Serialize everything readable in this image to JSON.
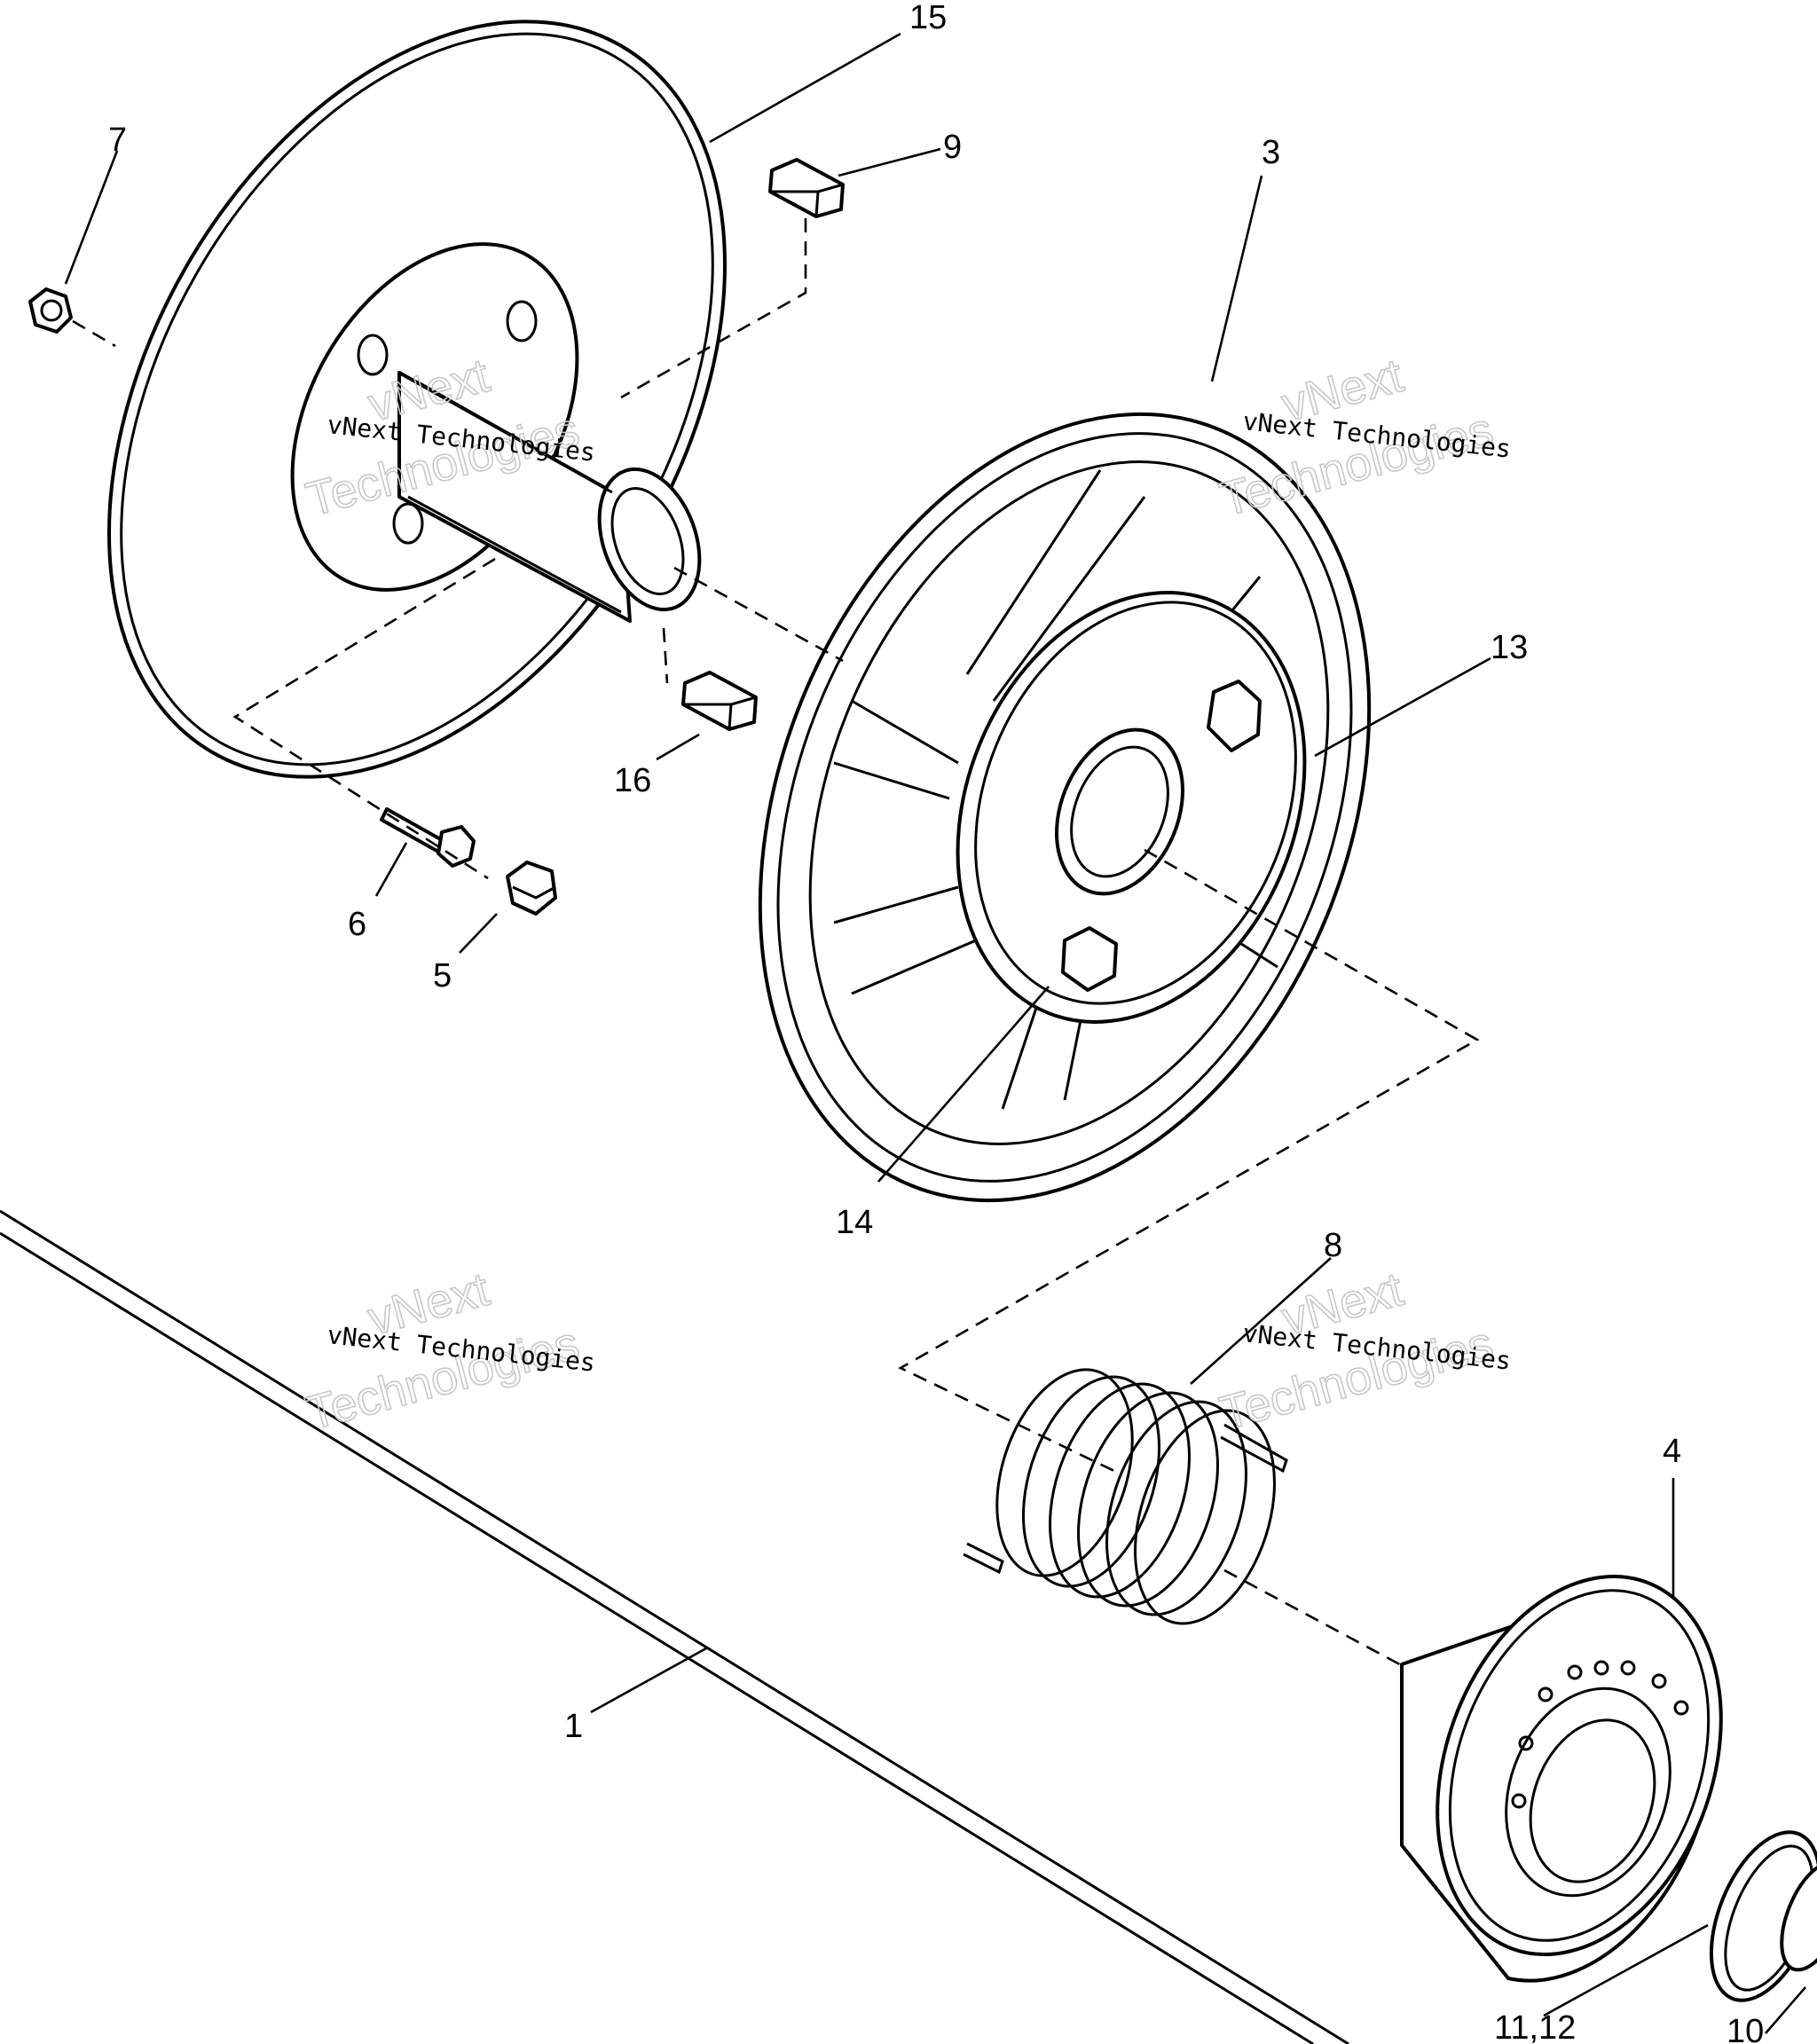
{
  "callouts": {
    "c15": "15",
    "c9": "9",
    "c7": "7",
    "c3": "3",
    "c13": "13",
    "c16": "16",
    "c6": "6",
    "c5": "5",
    "c14": "14",
    "c8": "8",
    "c4": "4",
    "c1": "1",
    "c11_12": "11,12",
    "c10": "10"
  },
  "watermark": {
    "brand": "vNext",
    "company_line": "vNext Technologies",
    "word_line": "Technologies"
  }
}
